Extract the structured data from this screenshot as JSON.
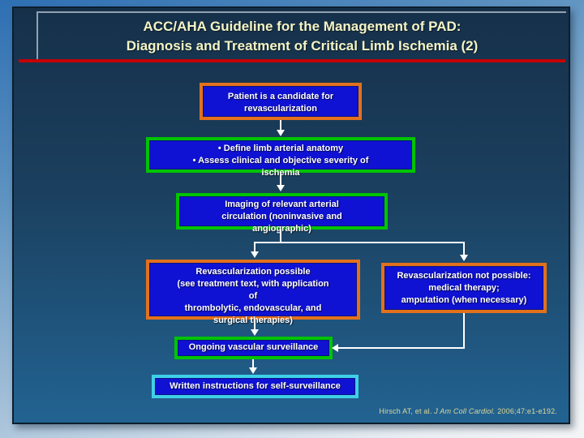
{
  "title": {
    "lines": [
      "ACC/AHA Guideline for the Management of PAD:",
      "Diagnosis and Treatment of Critical Limb Ischemia (2)"
    ]
  },
  "flowchart": {
    "candidate": {
      "lines": [
        "Patient is a candidate for",
        "revascularization"
      ]
    },
    "assessment": {
      "lines": [
        "• Define limb arterial anatomy",
        "• Assess clinical and objective severity of",
        "ischemia"
      ]
    },
    "imaging": {
      "lines": [
        "Imaging of relevant arterial",
        "circulation (noninvasive and",
        "angiographic)"
      ]
    },
    "revasc_possible": {
      "lines": [
        "Revascularization possible",
        "(see treatment text, with application",
        "of",
        "thrombolytic, endovascular, and",
        "surgical therapies)"
      ]
    },
    "revasc_not_possible": {
      "lines": [
        "Revascularization not possible:",
        "medical therapy;",
        "amputation (when necessary)"
      ]
    },
    "surveillance": {
      "lines": [
        "Ongoing vascular surveillance"
      ]
    },
    "written_instructions": {
      "lines": [
        "Written instructions for self-surveillance"
      ]
    }
  },
  "citation": {
    "prefix": "Hirsch AT, et al. ",
    "journal": "J Am Coll Cardiol.",
    "suffix": " 2006;47:e1-e192."
  },
  "colors": {
    "node_fill": "#0f12d2",
    "border_orange": "#e2711d",
    "border_green": "#00c400",
    "border_cyan": "#3fd0e8",
    "accent_red": "#c40000",
    "title_text": "#f4f4c4"
  }
}
